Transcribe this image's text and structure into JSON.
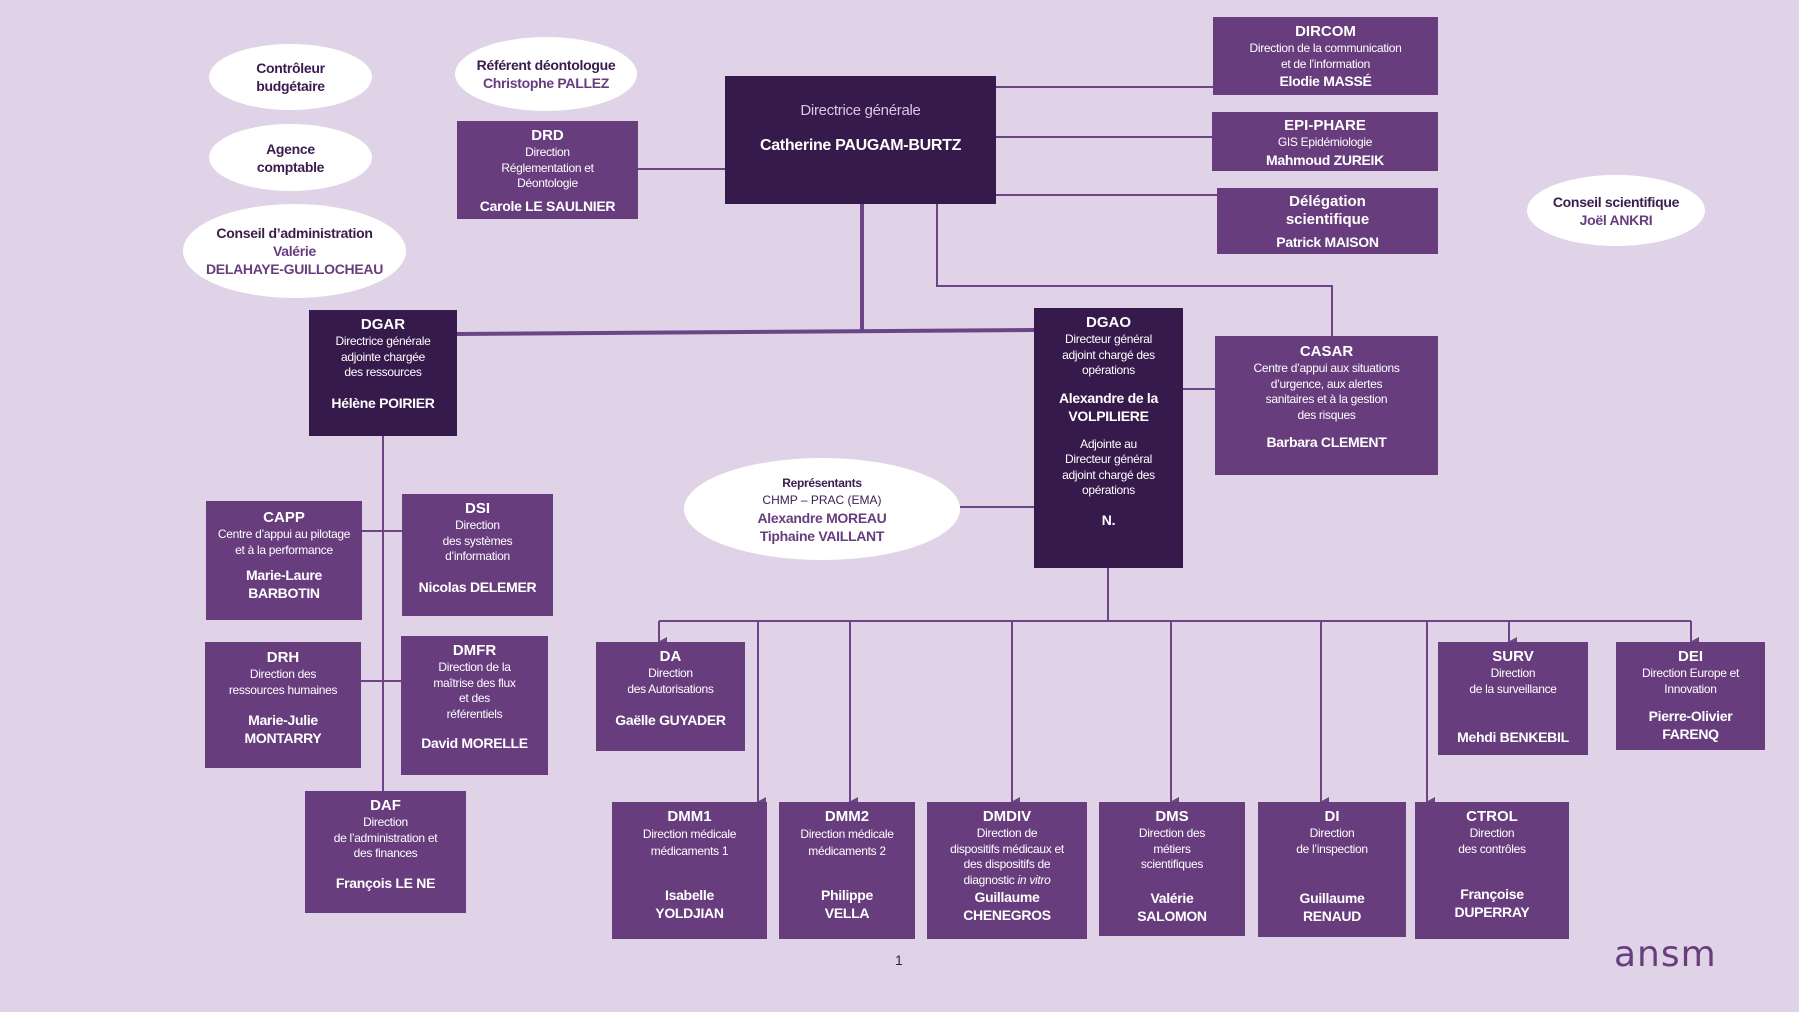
{
  "colors": {
    "background": "#e0d3e8",
    "box": "#683d7e",
    "box_dark": "#371a4c",
    "text_dark": "#3a1c4e",
    "line": "#6b4585"
  },
  "ellipses": {
    "controleur": {
      "title": "Contrôleur\nbudgétaire"
    },
    "agence": {
      "title": "Agence\ncomptable"
    },
    "conseil_admin": {
      "title": "Conseil d’administration",
      "person": "Valérie\nDELAHAYE-GUILLOCHEAU"
    },
    "referent": {
      "title": "Référent déontologue",
      "person": "Christophe PALLEZ"
    },
    "conseil_sci": {
      "title": "Conseil scientifique",
      "person": "Joël ANKRI"
    },
    "representants": {
      "title": "Représentants",
      "subtitle": "CHMP – PRAC (EMA)",
      "person": "Alexandre MOREAU\nTiphaine VAILLANT"
    }
  },
  "dg": {
    "title": "Directrice générale",
    "person": "Catherine PAUGAM-BURTZ"
  },
  "drd": {
    "abbr": "DRD",
    "desc": "Direction\nRéglementation et\nDéontologie",
    "person": "Carole LE SAULNIER"
  },
  "dircom": {
    "abbr": "DIRCOM",
    "desc": "Direction de la communication\net de l’information",
    "person": "Elodie MASSÉ"
  },
  "epiphare": {
    "abbr": "EPI-PHARE",
    "desc": "GIS Epidémiologie",
    "person": "Mahmoud ZUREIK"
  },
  "delegation": {
    "abbr": "Délégation\nscientifique",
    "person": "Patrick MAISON"
  },
  "dgar": {
    "abbr": "DGAR",
    "desc": "Directrice générale\nadjointe chargée\ndes ressources",
    "person": "Hélène POIRIER"
  },
  "dgao": {
    "abbr": "DGAO",
    "desc": "Directeur général\nadjoint chargé des\nopérations",
    "person": "Alexandre de la\nVOLPILIERE",
    "desc2": "Adjointe au\nDirecteur général\nadjoint chargé des\nopérations",
    "person2": "N."
  },
  "casar": {
    "abbr": "CASAR",
    "desc": "Centre d’appui aux situations\nd’urgence, aux alertes\nsanitaires et à la gestion\ndes risques",
    "person": "Barbara CLEMENT"
  },
  "capp": {
    "abbr": "CAPP",
    "desc": "Centre d’appui au pilotage\net à la performance",
    "person": "Marie-Laure\nBARBOTIN"
  },
  "dsi": {
    "abbr": "DSI",
    "desc": "Direction\ndes systèmes\nd’information",
    "person": "Nicolas DELEMER"
  },
  "drh": {
    "abbr": "DRH",
    "desc": "Direction des\nressources humaines",
    "person": "Marie-Julie\nMONTARRY"
  },
  "dmfr": {
    "abbr": "DMFR",
    "desc": "Direction de la\nmaîtrise des flux\net des\nréférentiels",
    "person": "David MORELLE"
  },
  "daf": {
    "abbr": "DAF",
    "desc": "Direction\nde l’administration et\ndes finances",
    "person": "François LE NE"
  },
  "da": {
    "abbr": "DA",
    "desc": "Direction\ndes Autorisations",
    "person": "Gaëlle GUYADER"
  },
  "surv": {
    "abbr": "SURV",
    "desc": "Direction\nde la surveillance",
    "person": "Mehdi BENKEBIL"
  },
  "dei": {
    "abbr": "DEI",
    "desc": "Direction Europe et\nInnovation",
    "person": "Pierre-Olivier\nFARENQ"
  },
  "dmm1": {
    "abbr": "DMM1",
    "desc": "Direction médicale\nmédicaments 1",
    "person": "Isabelle\nYOLDJIAN"
  },
  "dmm2": {
    "abbr": "DMM2",
    "desc": "Direction médicale\nmédicaments 2",
    "person": "Philippe\nVELLA"
  },
  "dmdiv": {
    "abbr": "DMDIV",
    "desc": "Direction de\ndispositifs médicaux et\ndes dispositifs de\ndiagnostic ",
    "desc_italic": "in vitro",
    "person": "Guillaume\nCHENEGROS"
  },
  "dms": {
    "abbr": "DMS",
    "desc": "Direction des\nmétiers\nscientifiques",
    "person": "Valérie\nSALOMON"
  },
  "di": {
    "abbr": "DI",
    "desc": "Direction\nde l’inspection",
    "person": "Guillaume\nRENAUD"
  },
  "ctrol": {
    "abbr": "CTROL",
    "desc": "Direction\ndes contrôles",
    "person": "Françoise\nDUPERRAY"
  },
  "footer": {
    "page": "1",
    "logo": "ansm"
  }
}
